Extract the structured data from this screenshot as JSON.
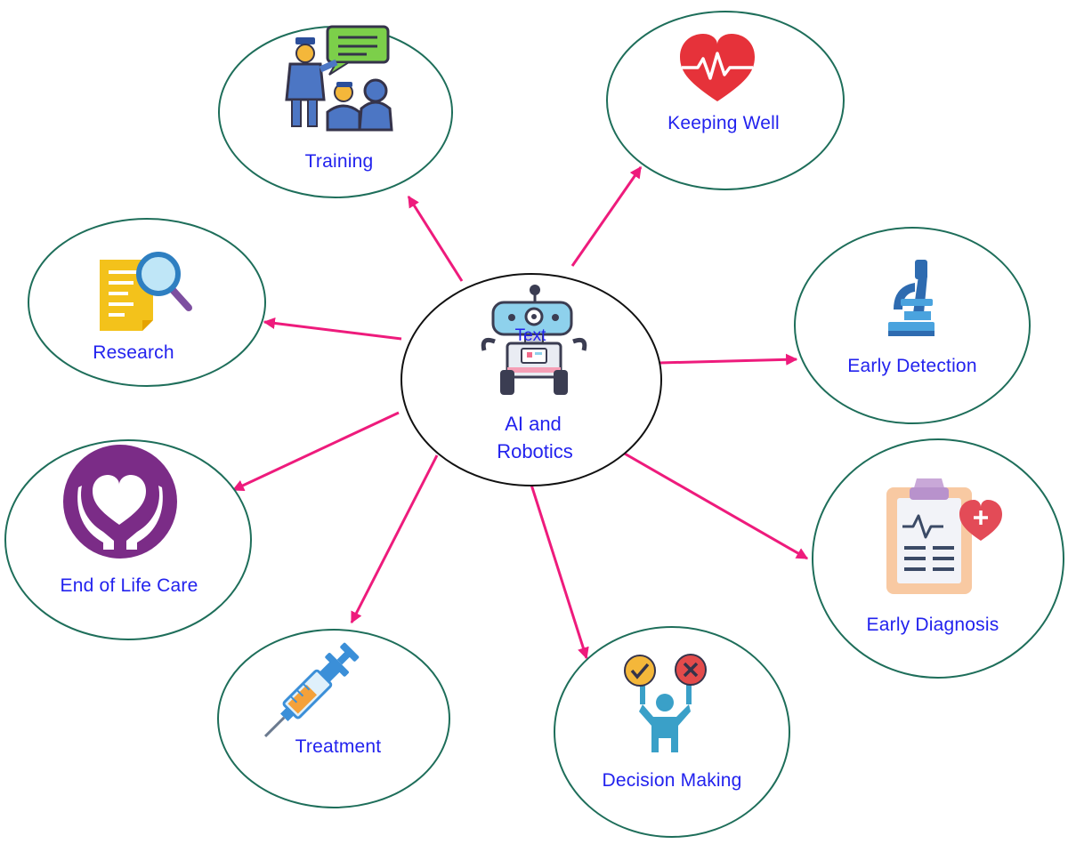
{
  "diagram": {
    "colors": {
      "node_outline": "#1e6e5a",
      "center_outline": "#111111",
      "arrow": "#ee1b7c",
      "label": "#2222ee"
    },
    "center": {
      "label_line1": "AI and",
      "label_line2": "Robotics",
      "overlay_text": "Text",
      "icon": "robot-icon"
    },
    "nodes": [
      {
        "id": "training",
        "label": "Training",
        "icon": "teacher-students-icon"
      },
      {
        "id": "keeping-well",
        "label": "Keeping Well",
        "icon": "heartbeat-icon"
      },
      {
        "id": "early-detection",
        "label": "Early Detection",
        "icon": "microscope-icon"
      },
      {
        "id": "early-diagnosis",
        "label": "Early Diagnosis",
        "icon": "clipboard-health-icon"
      },
      {
        "id": "decision-making",
        "label": "Decision Making",
        "icon": "decision-signs-icon"
      },
      {
        "id": "treatment",
        "label": "Treatment",
        "icon": "syringe-icon"
      },
      {
        "id": "end-of-life-care",
        "label": "End of Life Care",
        "icon": "hands-heart-icon"
      },
      {
        "id": "research",
        "label": "Research",
        "icon": "document-search-icon"
      }
    ]
  }
}
